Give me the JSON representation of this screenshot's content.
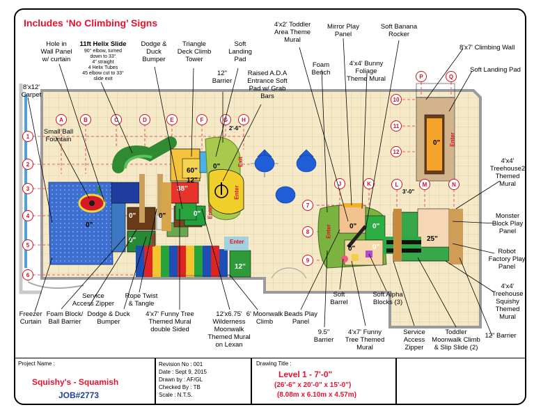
{
  "header": {
    "signs_note": "Includes ‘No Climbing’ Signs"
  },
  "callouts": [
    {
      "id": "hole",
      "text": "Hole in\nWall Panel\nw/ curtain"
    },
    {
      "id": "helix_title",
      "text": "11ft Helix Slide"
    },
    {
      "id": "helix_detail",
      "text": "90° elbow, turned\ndown to 33°\n4\" straight\n4 Helix Tubes\n45 elbow cut to 33°\nslide exit"
    },
    {
      "id": "dodge_top",
      "text": "Dodge &\nDuck\nBumper"
    },
    {
      "id": "triangle",
      "text": "Triangle\nDeck Climb\nTower"
    },
    {
      "id": "soft_landing_pad_top",
      "text": "Soft\nLanding\nPad"
    },
    {
      "id": "barrier12_top",
      "text": "12\"\nBarrier"
    },
    {
      "id": "ada",
      "text": "Raised A.D.A\nEntrance Soft\nPad w/ Grab\nBars"
    },
    {
      "id": "toddler_area",
      "text": "4'x2' Toddler\nArea Theme\nMural"
    },
    {
      "id": "mirror",
      "text": "Mirror Play\nPanel"
    },
    {
      "id": "banana",
      "text": "Soft Banana\nRocker"
    },
    {
      "id": "foam_bench",
      "text": "Foam\nBench"
    },
    {
      "id": "bunny",
      "text": "4'x4' Bunny\nFoliage\nTheme Mural"
    },
    {
      "id": "climbing_wall",
      "text": "8'x7' Climbing Wall"
    },
    {
      "id": "soft_landing_pad_right",
      "text": "Soft Landing Pad"
    },
    {
      "id": "carpet",
      "text": "8'x12'\nCarpet"
    },
    {
      "id": "ball_fountain",
      "text": "Small Ball\nFountain"
    },
    {
      "id": "treehouse2",
      "text": "4'x4'\nTreehouse2\nThemed\nMural"
    },
    {
      "id": "monster",
      "text": "Monster\nBlock Play\nPanel"
    },
    {
      "id": "robot",
      "text": "Robot\nFactory Play\nPanel"
    },
    {
      "id": "squishy",
      "text": "4'x4'\nTreehouse\nSquishy\nThemed\nMural"
    },
    {
      "id": "barrier12_right",
      "text": "12\" Barrier"
    },
    {
      "id": "freezer",
      "text": "Freezer\nCurtain"
    },
    {
      "id": "foam_block",
      "text": "Foam Block/\nBall Barrier"
    },
    {
      "id": "service_zip_l",
      "text": "Service\nAccess Zipper"
    },
    {
      "id": "dodge_bottom",
      "text": "Dodge & Duck\nBumper"
    },
    {
      "id": "rope",
      "text": "Rope Twist\n& Tangle"
    },
    {
      "id": "funny_tree_double",
      "text": "4'x7' Funny Tree\nThemed Mural\ndouble Sided"
    },
    {
      "id": "wilderness",
      "text": "12'x6.75'\nWilderness\nMoonwalk\nThemed Mural\non Lexan"
    },
    {
      "id": "moonwalk6",
      "text": "6' Moonwalk\nClimb"
    },
    {
      "id": "beads",
      "text": "Beads Play\nPanel"
    },
    {
      "id": "barrier95",
      "text": "9.5\"\nBarrier"
    },
    {
      "id": "soft_barrel",
      "text": "Soft\nBarrel"
    },
    {
      "id": "funny_tree",
      "text": "4'x7' Funny\nTree Themed\nMural"
    },
    {
      "id": "alpha",
      "text": "Soft Alpha\nBlocks (3)"
    },
    {
      "id": "service_zip_r",
      "text": "Service\nAccess\nZipper"
    },
    {
      "id": "toddler_moon",
      "text": "Toddler\nMoonwalk Climb\n& Slip Slide (2)"
    }
  ],
  "grid_columns": [
    "A",
    "B",
    "C",
    "D",
    "E",
    "F",
    "G",
    "H",
    "J",
    "K",
    "L",
    "M",
    "N",
    "P",
    "Q"
  ],
  "grid_rows": [
    "1",
    "2",
    "3",
    "4",
    "5",
    "6",
    "7",
    "8",
    "9",
    "10",
    "11",
    "12"
  ],
  "dims": {
    "gh": "2'-6\"",
    "lm": "3'-0\""
  },
  "plan_labels": {
    "carpet_h": "0\"",
    "room1": "0\"",
    "room2": "0\"",
    "room3": "0\"",
    "h60": "60\"",
    "h12a": "12\"",
    "h38": "38\"",
    "h0b": "0\"",
    "h0c": "0\"",
    "h12b": "12\"",
    "h0d": "0\"",
    "h0e": "0\"",
    "h0f": "0\"",
    "h0g": "0\"",
    "h25": "25\"",
    "h0h": "0\""
  },
  "enter_label": "Enter",
  "exit_label": "Exit",
  "title_block": {
    "project_label": "Project Name :",
    "project_name": "Squishy's - Squamish",
    "job": "JOB#2773",
    "revision": "Revision No : 001",
    "date": "Date : Sept 9, 2015",
    "drawn": "Drawn by : AF/GL",
    "checked": "Checked By : TB",
    "scale": "Scale : N.T.S.",
    "drawing_label": "Drawing Title :",
    "level": "Level 1  -  7'-0\"",
    "size_ft": "(26'-6\" x 20'-0\" x 15'-0\")",
    "size_m": "(8.08m x 6.10m x 4.57m)"
  },
  "colors": {
    "accent_red": "#e8112d",
    "title_blue": "#1d3f9e",
    "floor": "#f3e6c4",
    "green": "#2f9a3a",
    "blue": "#2a78d8"
  }
}
